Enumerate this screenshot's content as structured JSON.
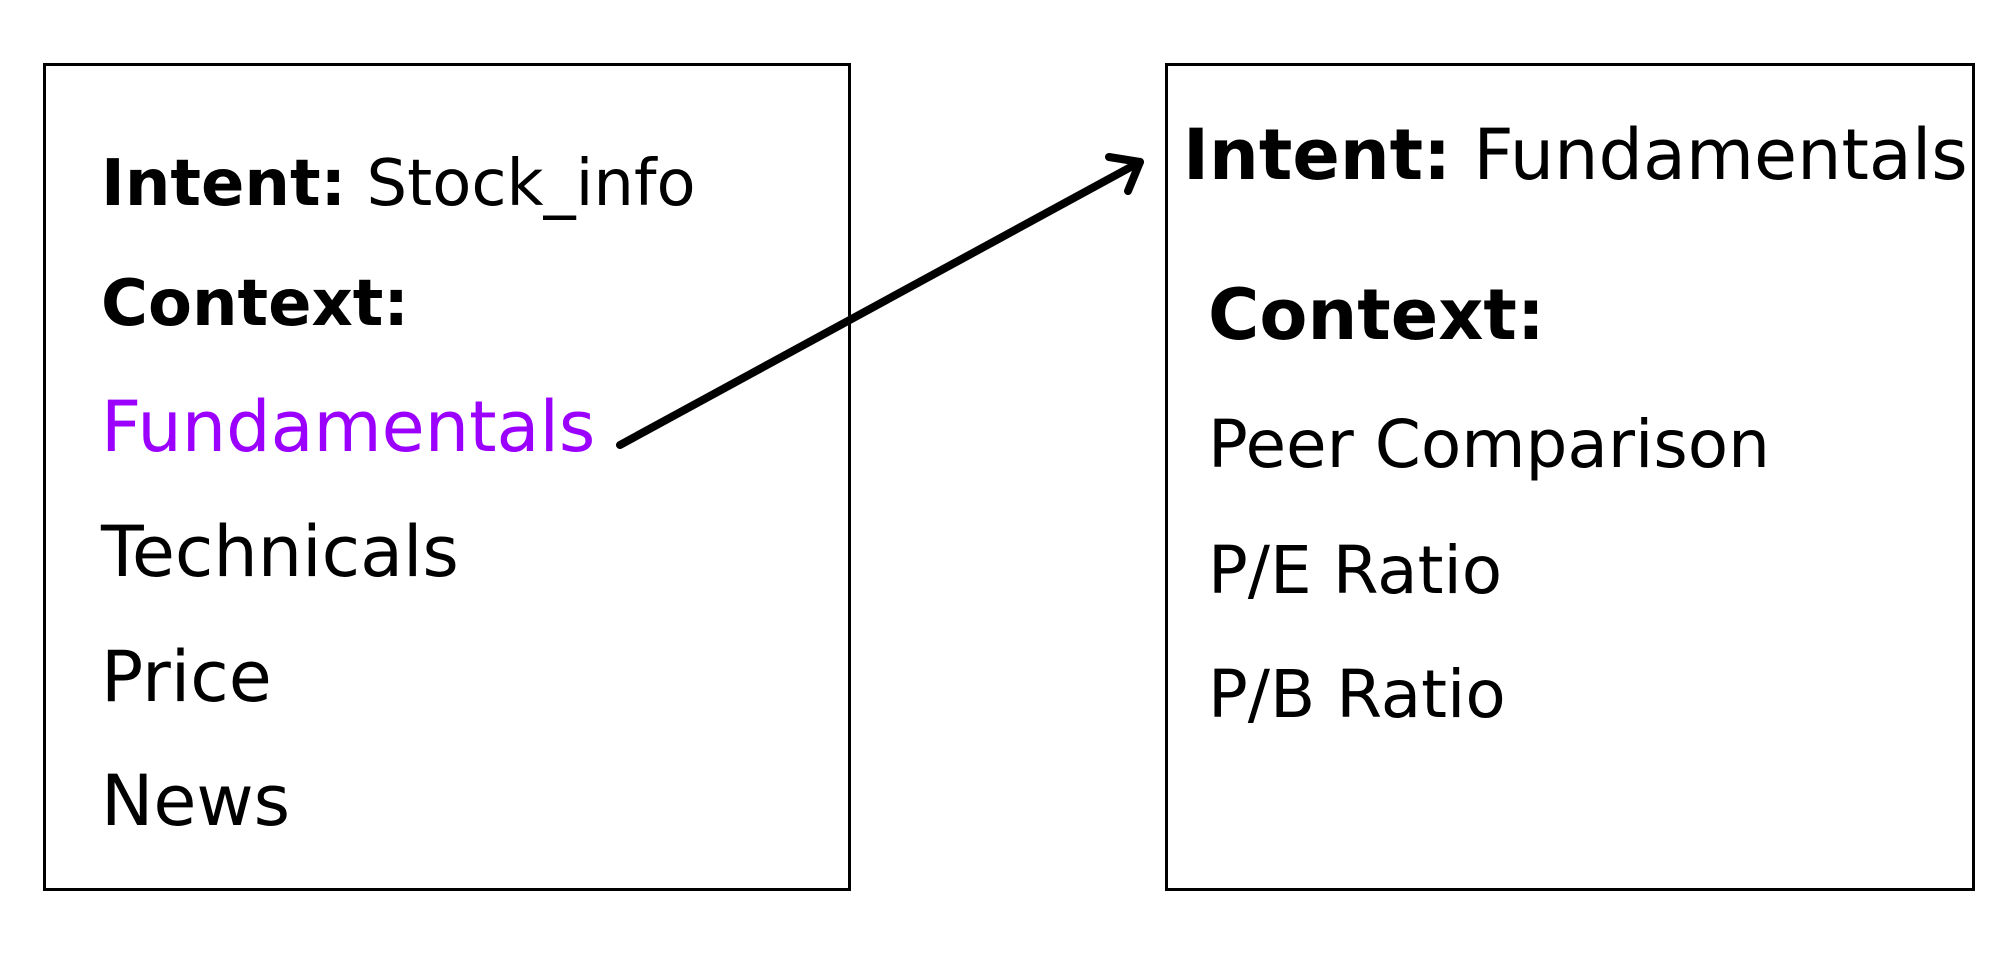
{
  "left_box": {
    "intent_label": "Intent:",
    "intent_value": "Stock_info",
    "context_label": "Context:",
    "items": [
      {
        "label": "Fundamentals",
        "color": "#9b00ff"
      },
      {
        "label": "Technicals",
        "color": "#000000"
      },
      {
        "label": "Price",
        "color": "#000000"
      },
      {
        "label": "News",
        "color": "#000000"
      }
    ]
  },
  "right_box": {
    "intent_label": "Intent:",
    "intent_value": "Fundamentals",
    "context_label": "Context:",
    "items": [
      {
        "label": "Peer Comparison"
      },
      {
        "label": "P/E Ratio"
      },
      {
        "label": "P/B Ratio"
      }
    ]
  },
  "arrow": {
    "from": "Fundamentals",
    "to": "Intent: Fundamentals",
    "color": "#000000"
  },
  "colors": {
    "highlight": "#9b00ff",
    "border": "#000000",
    "text": "#000000"
  }
}
